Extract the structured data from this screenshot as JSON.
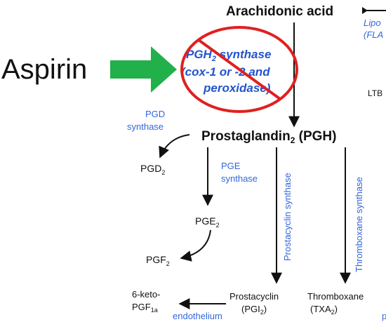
{
  "drug": {
    "label": "Aspirin"
  },
  "substrate": {
    "label": "Arachidonic acid"
  },
  "enzyme": {
    "line1_a": "PGH",
    "line1_sub": "2",
    "line1_b": " synthase",
    "line2": "(cox-1 or -2 and",
    "line3": "peroxidase)"
  },
  "top_right": {
    "lipo": "Lipo",
    "fla": "(FLA",
    "ltb": "LTB"
  },
  "pgd_synthase": {
    "line1": "PGD",
    "line2": "synthase"
  },
  "prostaglandin": {
    "label_a": "Prostaglandin",
    "label_sub": "2",
    "label_b": " (PGH)"
  },
  "pgd2": {
    "main": "PGD",
    "sub": "2"
  },
  "pge_synthase": {
    "line1": "PGE",
    "line2": "synthase"
  },
  "pge2": {
    "main": "PGE",
    "sub": "2"
  },
  "pgf2": {
    "main": "PGF",
    "sub": "2"
  },
  "prostacyclin_synthase": {
    "label": "Prostacyclin synthase"
  },
  "thromboxane_synthase": {
    "label": "Thromboxane synthase"
  },
  "keto": {
    "line1": "6-keto-",
    "line2_main": "PGF",
    "line2_sub": "1a"
  },
  "endothelium": {
    "label": "endothelium"
  },
  "prostacyclin": {
    "line1": "Prostacyclin",
    "line2_a": "(PGI",
    "line2_sub": "2",
    "line2_b": ")"
  },
  "thromboxane": {
    "line1": "Thromboxane",
    "line2_a": "(TXA",
    "line2_sub": "2",
    "line2_b": ")"
  },
  "edge_fragment": {
    "label": "p"
  },
  "colors": {
    "arrow_green": "#22b04a",
    "prohibition_red": "#e02020",
    "enzyme_blue": "#2255cc",
    "label_blue": "#3366dd",
    "text_black": "#111111"
  }
}
